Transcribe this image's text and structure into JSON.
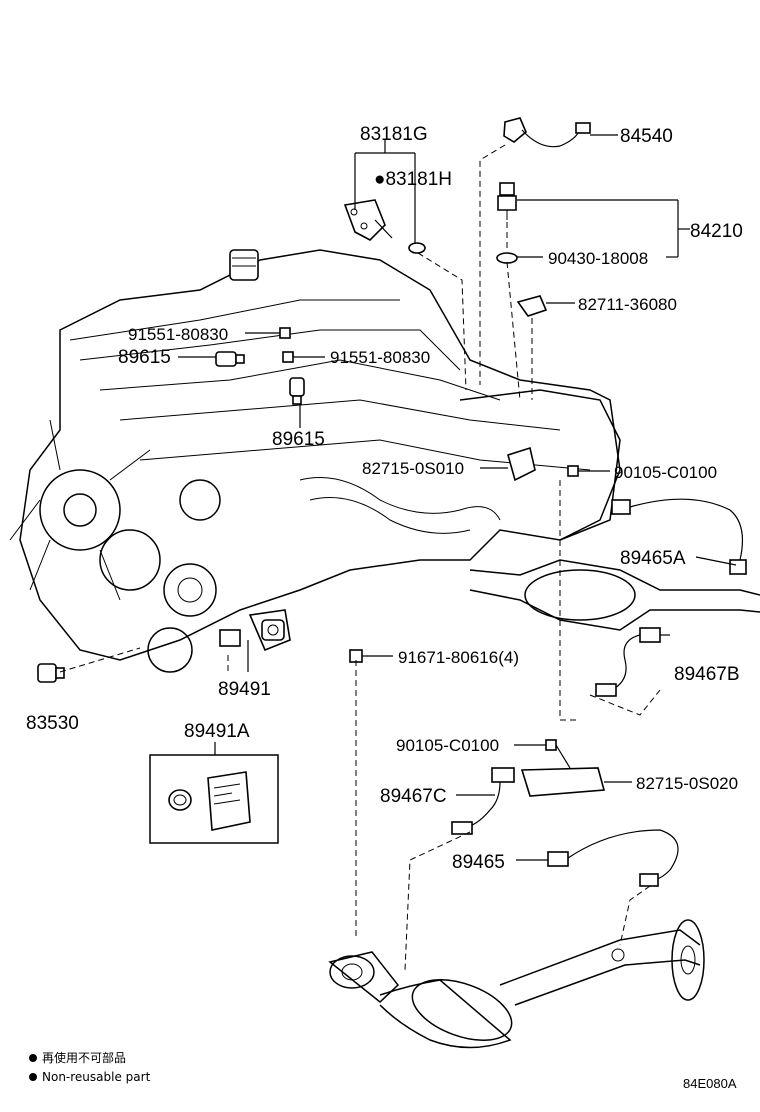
{
  "labels": {
    "p83181G": "83181G",
    "p83181H": "●83181H",
    "p84540": "84540",
    "p84210": "84210",
    "p90430": "90430-18008",
    "p82711": "82711-36080",
    "p91551a": "91551-80830",
    "p89615a": "89615",
    "p91551b": "91551-80830",
    "p89615b": "89615",
    "p82715a": "82715-0S010",
    "p90105a": "90105-C0100",
    "p89465A": "89465A",
    "p91671": "91671-80616(4)",
    "p89491": "89491",
    "p89467B": "89467B",
    "p83530": "83530",
    "p89491A": "89491A",
    "p90105b": "90105-C0100",
    "p89467C": "89467C",
    "p82715b": "82715-0S020",
    "p89465": "89465"
  },
  "legend": {
    "line1": "再使用不可部品",
    "line2": "Non-reusable part"
  },
  "diagram_code": "84E080A"
}
